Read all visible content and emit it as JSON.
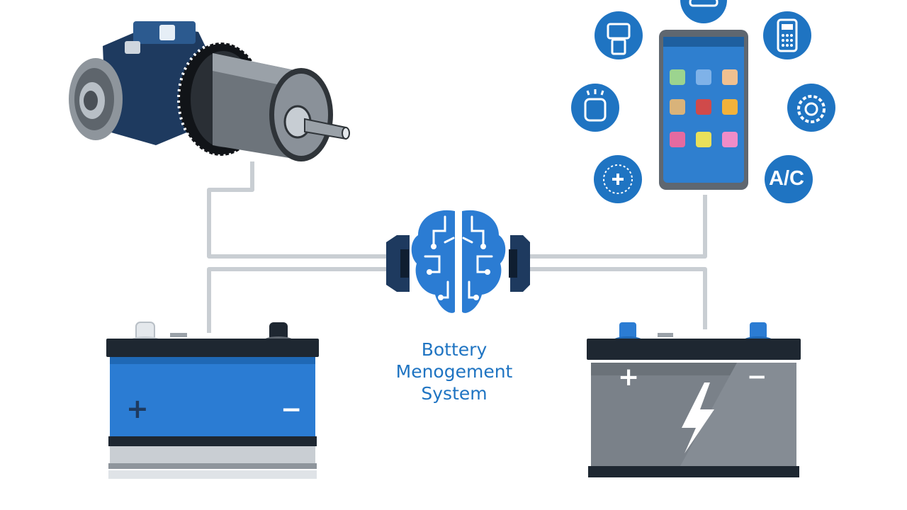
{
  "colors": {
    "accent_blue": "#1f74c2",
    "navy": "#1e3a5f",
    "gray": "#7a8189",
    "wire": "#c9ced3",
    "battery_blue": "#2b7cd3"
  },
  "bms": {
    "icon": "brain-circuit-icon",
    "label_line1": "Bottery",
    "label_line2": "Menogement",
    "label_line3": "System"
  },
  "components": {
    "motor": {
      "icon": "electric-motor-icon"
    },
    "phone": {
      "icon": "smartphone-icon"
    },
    "left_battery": {
      "icon": "battery-icon",
      "plus": "+",
      "minus": "−"
    },
    "right_battery": {
      "icon": "battery-bolt-icon",
      "plus": "+",
      "minus": "−"
    }
  },
  "accessories": [
    {
      "icon": "car-icon"
    },
    {
      "icon": "seat-icon"
    },
    {
      "icon": "calculator-icon"
    },
    {
      "icon": "headlight-icon"
    },
    {
      "icon": "tire-icon"
    },
    {
      "icon": "fan-icon"
    },
    {
      "icon": "ac-icon",
      "text": "A/C"
    }
  ]
}
